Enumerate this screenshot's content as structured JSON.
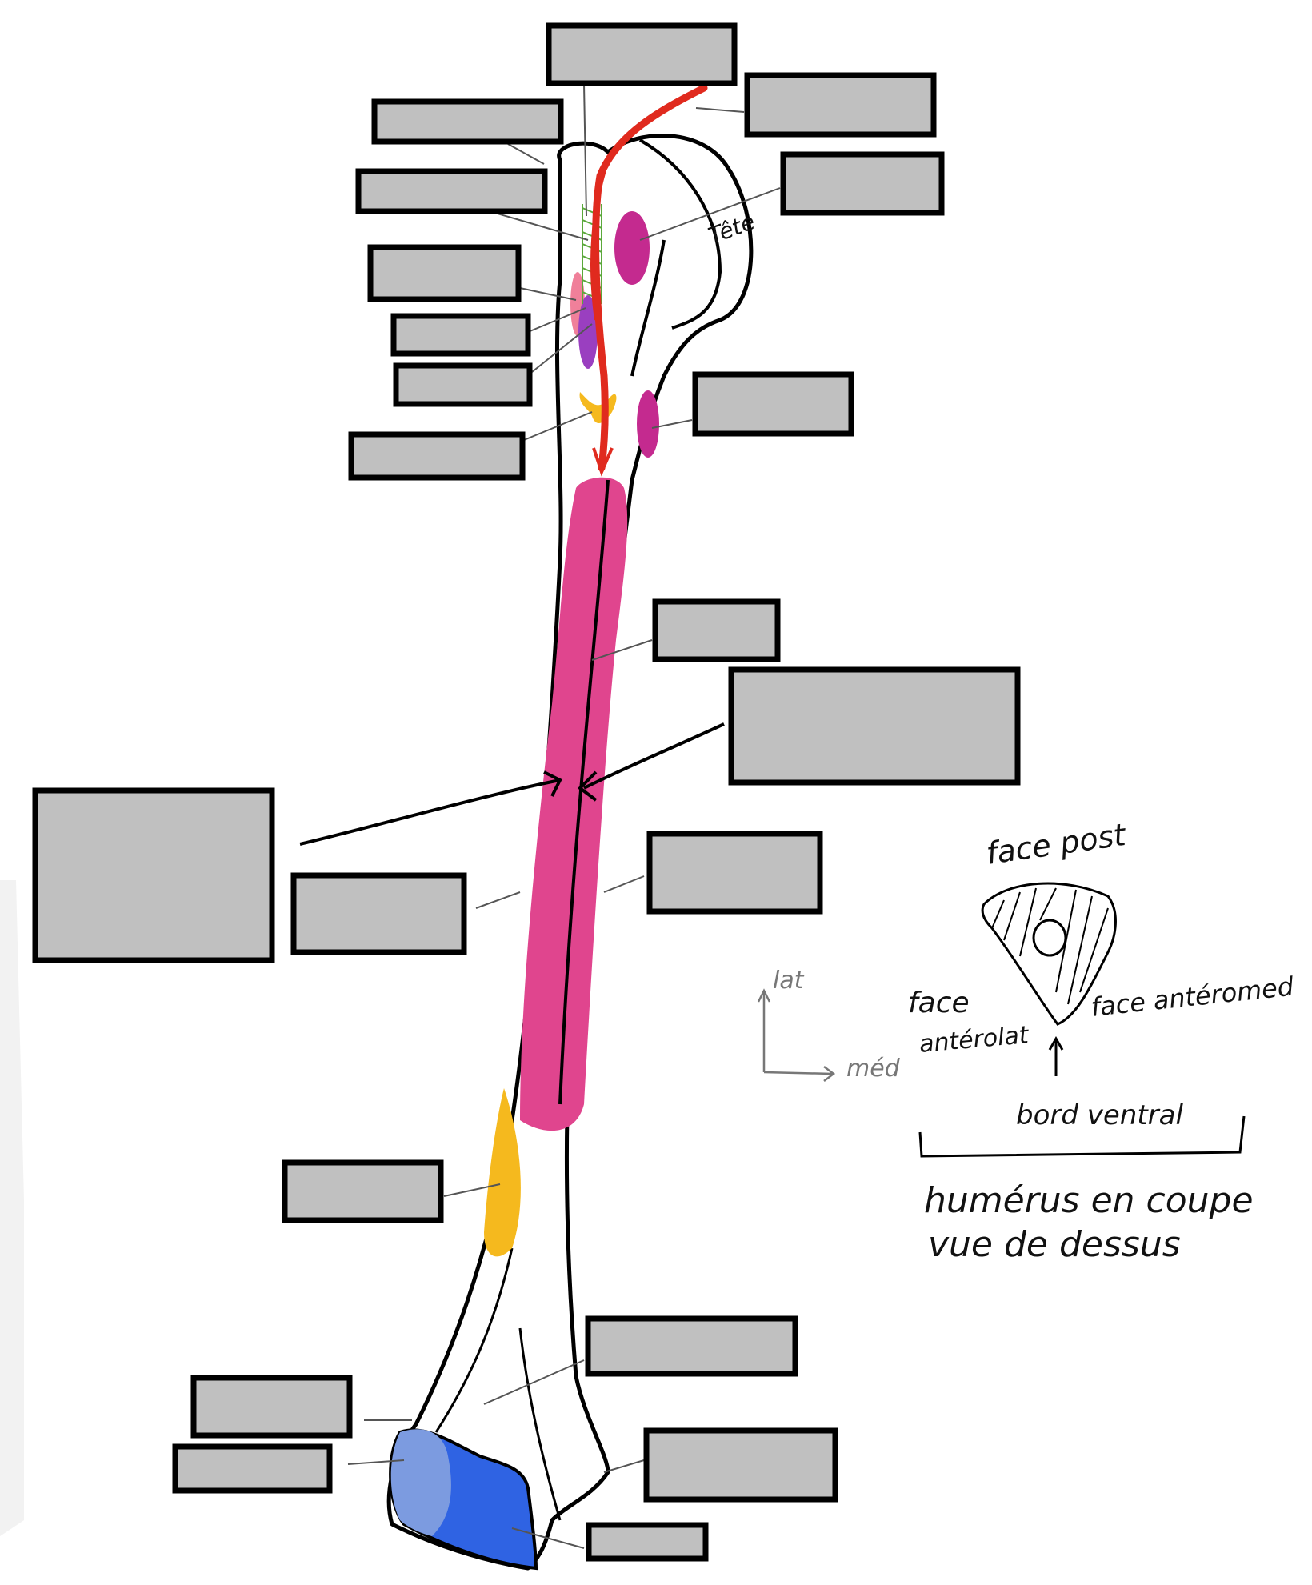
{
  "title": "",
  "annotations": {
    "head_label": "Tête",
    "cross_section": {
      "face_post": "face post",
      "face_antlat": "face",
      "face_antlat_2": "antérolat",
      "face_antmed": "face antéromed",
      "bord_ventral": "bord ventral",
      "caption_line1": "humérus en coupe",
      "caption_line2": "vue de dessus"
    },
    "orientation": {
      "vertical": "lat",
      "horizontal": "méd"
    }
  },
  "colors": {
    "magenta_muscle": "#e0458e",
    "purple_insertion": "#c42a8f",
    "yellow": "#f5b91e",
    "blue_condyle": "#2f63e3",
    "light_blue": "#7c9be0",
    "red_artery": "#e02a1e",
    "green_ligament": "#5aa83a",
    "label_fill": "#c0c0c0"
  },
  "label_boxes": [
    {
      "id": "box-1",
      "text": ""
    },
    {
      "id": "box-2",
      "text": ""
    },
    {
      "id": "box-3",
      "text": ""
    },
    {
      "id": "box-4",
      "text": ""
    },
    {
      "id": "box-5",
      "text": ""
    },
    {
      "id": "box-6",
      "text": ""
    },
    {
      "id": "box-7",
      "text": ""
    },
    {
      "id": "box-8",
      "text": ""
    },
    {
      "id": "box-9",
      "text": ""
    },
    {
      "id": "box-10",
      "text": ""
    },
    {
      "id": "box-11",
      "text": ""
    },
    {
      "id": "box-12",
      "text": ""
    },
    {
      "id": "box-13",
      "text": ""
    },
    {
      "id": "box-14",
      "text": ""
    },
    {
      "id": "box-15",
      "text": ""
    },
    {
      "id": "box-16",
      "text": ""
    },
    {
      "id": "box-17",
      "text": ""
    },
    {
      "id": "box-18",
      "text": ""
    },
    {
      "id": "box-19",
      "text": ""
    },
    {
      "id": "box-20",
      "text": ""
    },
    {
      "id": "box-21",
      "text": ""
    },
    {
      "id": "box-22",
      "text": ""
    }
  ]
}
